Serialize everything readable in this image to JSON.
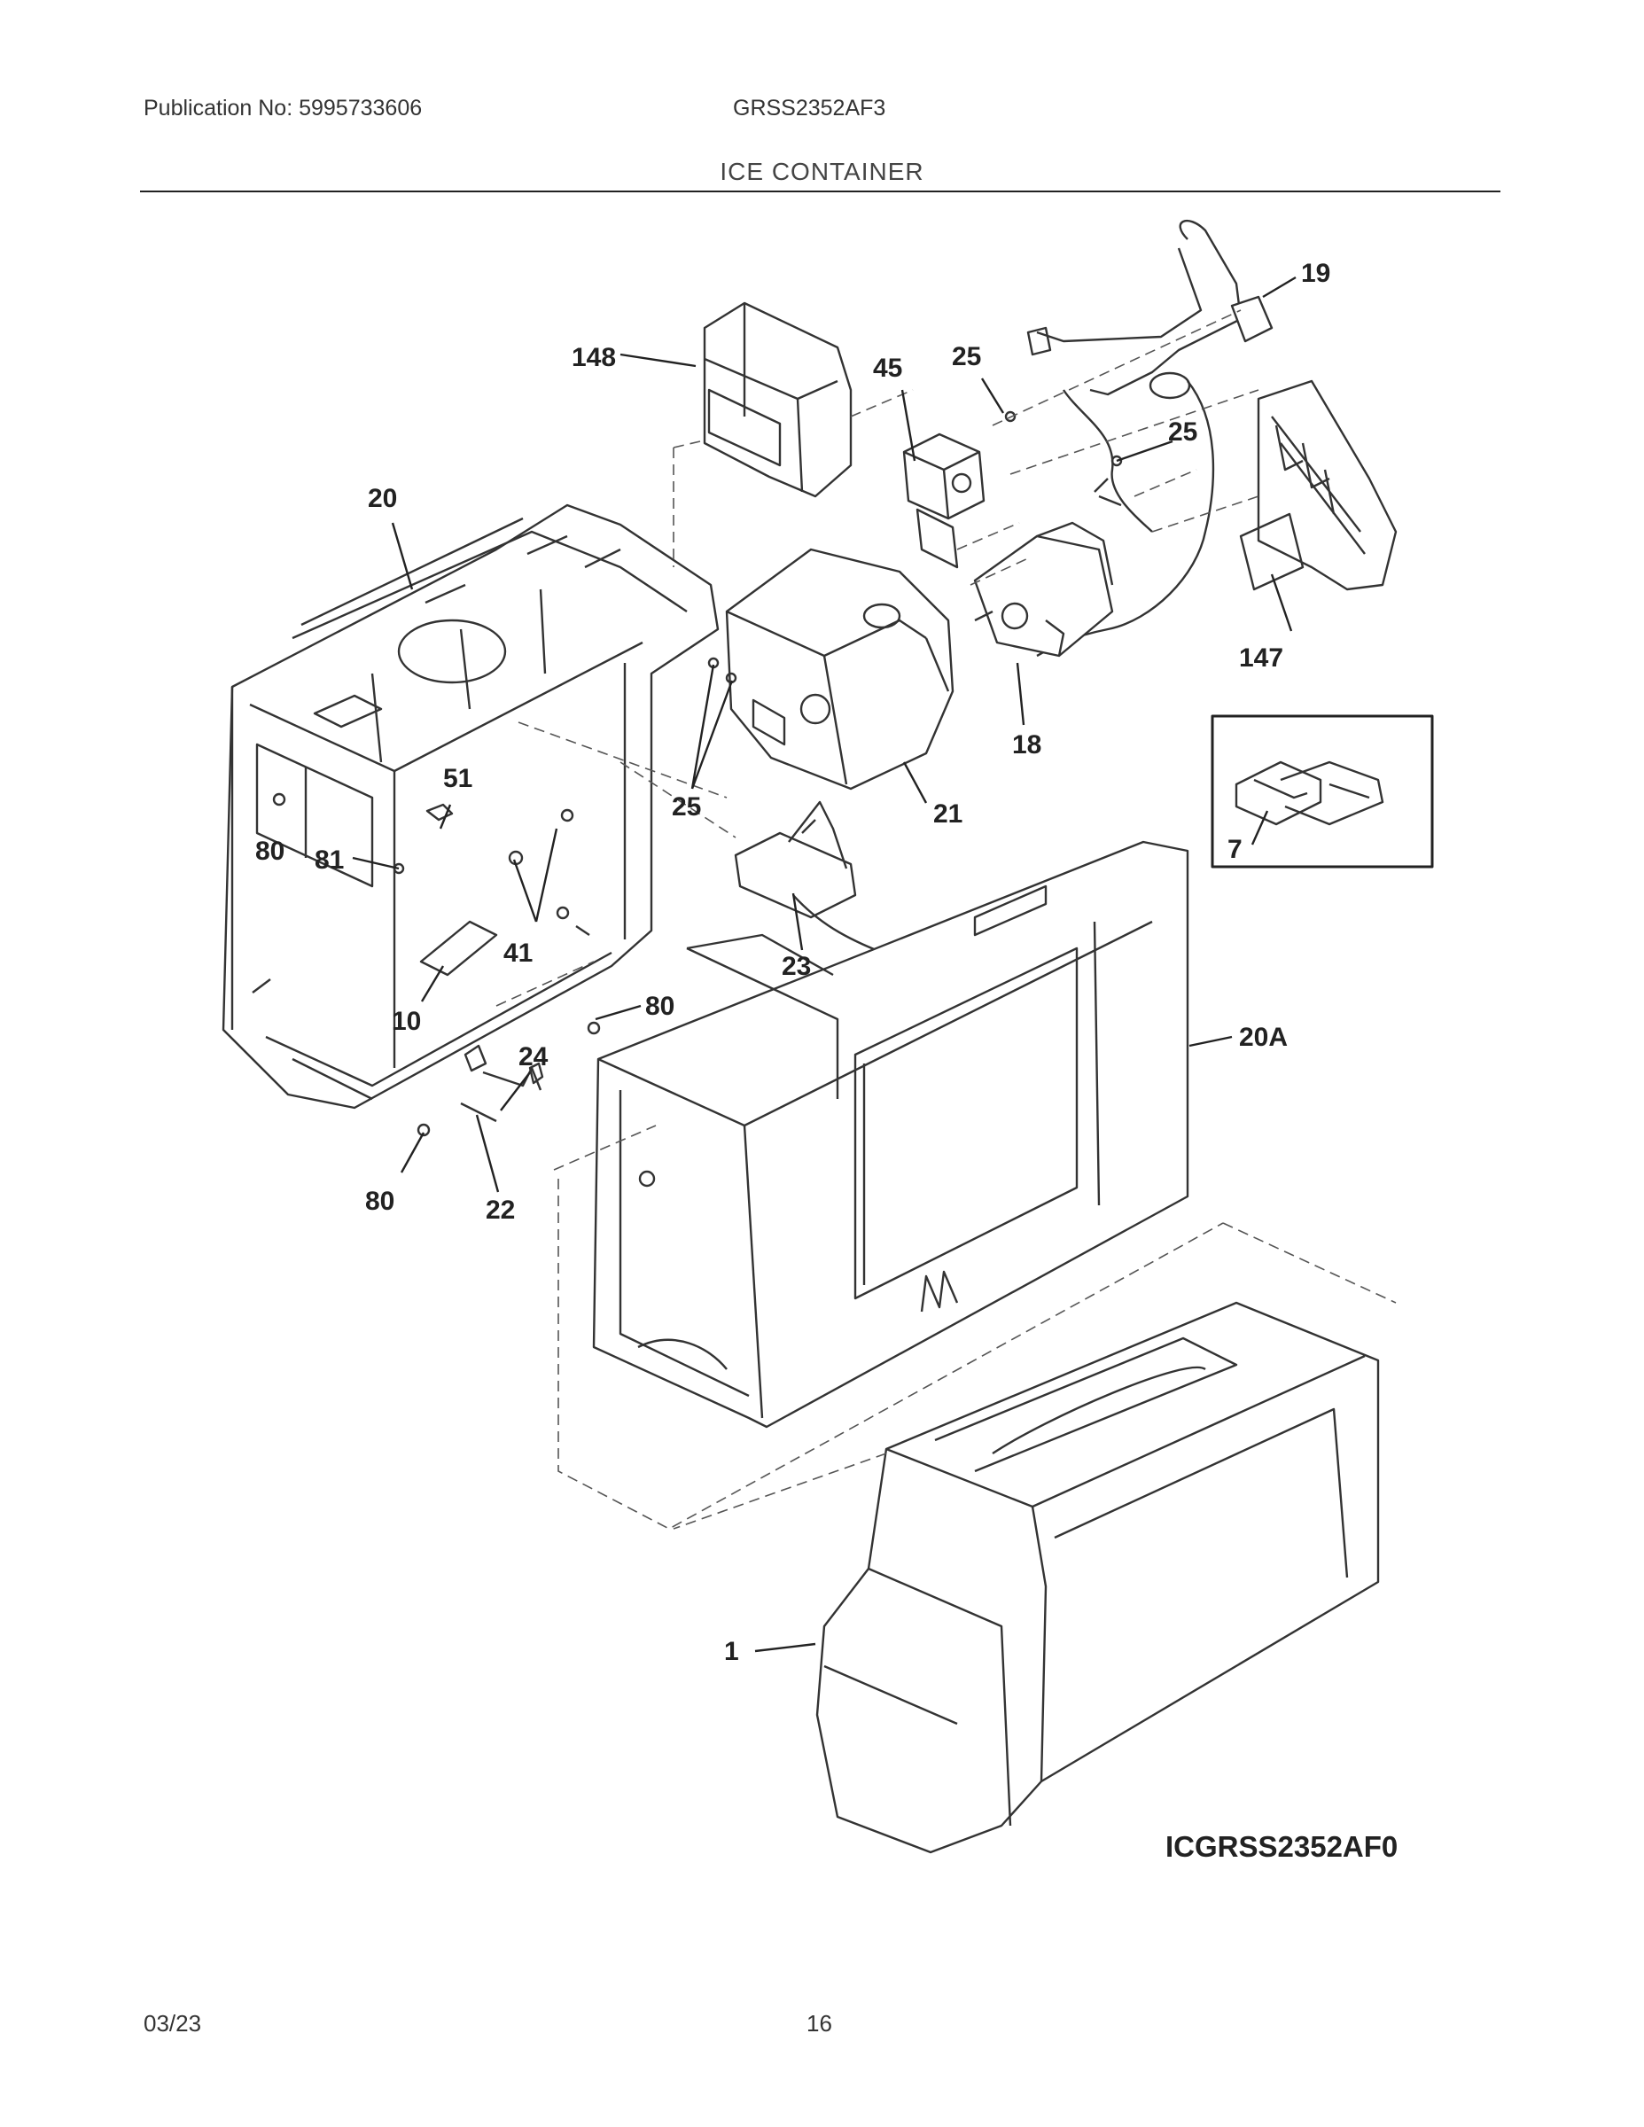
{
  "header": {
    "publication": "Publication No: 5995733606",
    "model": "GRSS2352AF3",
    "section_title": "ICE CONTAINER"
  },
  "diagram": {
    "drawing_code": "ICGRSS2352AF0",
    "callouts": {
      "c19": "19",
      "c148": "148",
      "c45": "45",
      "c25a": "25",
      "c25b": "25",
      "c20": "20",
      "c147": "147",
      "c18": "18",
      "c51": "51",
      "c80a": "80",
      "c81": "81",
      "c25c": "25",
      "c21": "21",
      "c7": "7",
      "c41": "41",
      "c23": "23",
      "c10": "10",
      "c80b": "80",
      "c24": "24",
      "c20a": "20A",
      "c80c": "80",
      "c22": "22",
      "c1": "1"
    }
  },
  "footer": {
    "date": "03/23",
    "page": "16"
  }
}
